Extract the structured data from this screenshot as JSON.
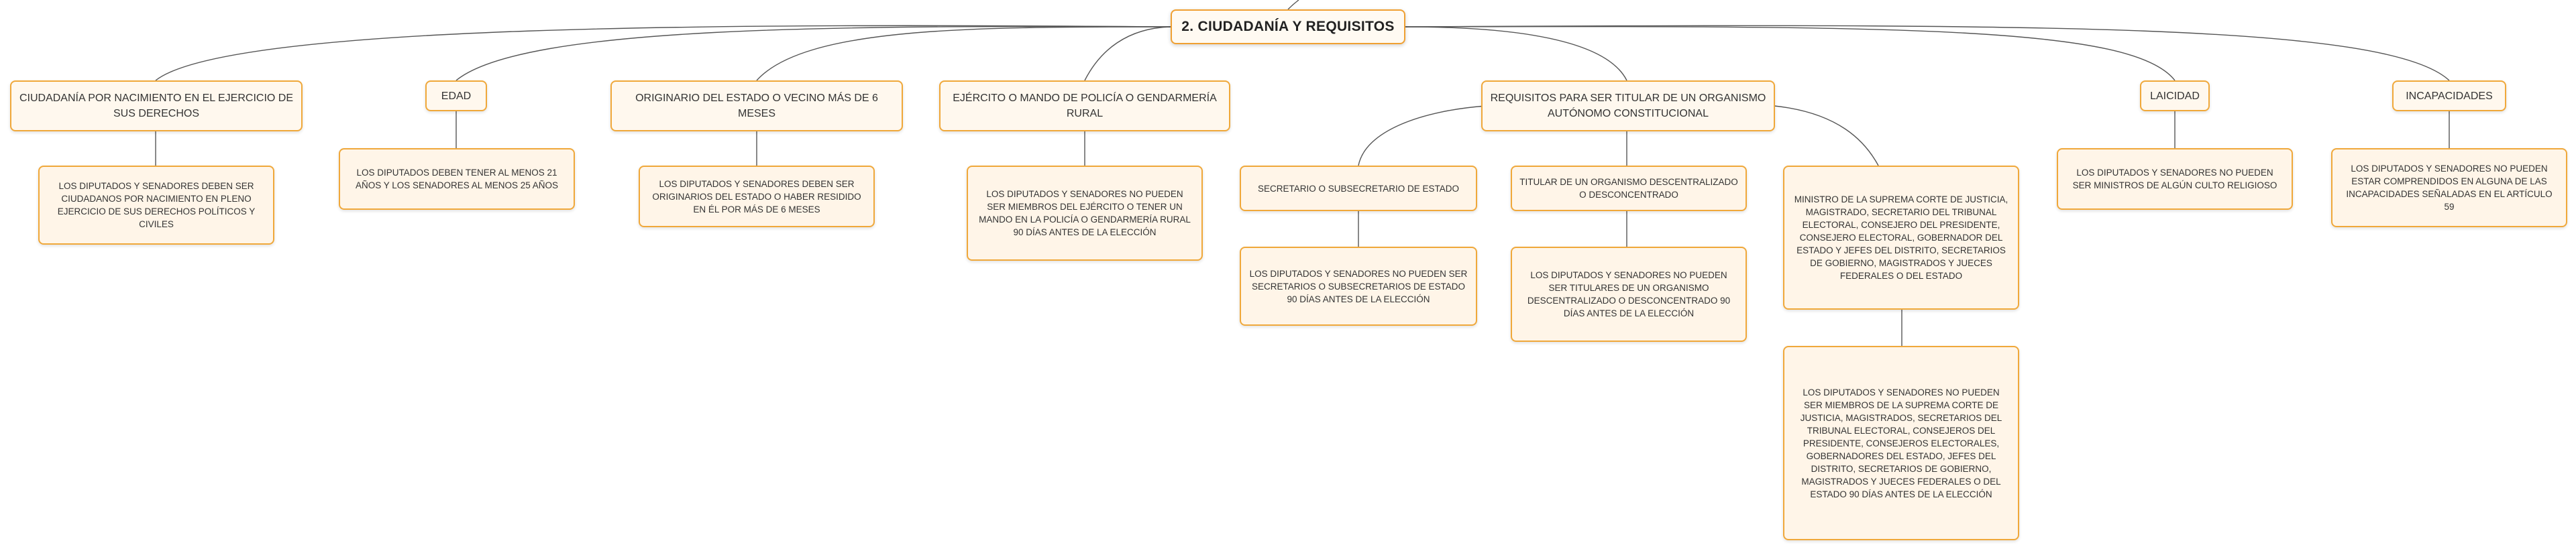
{
  "root": {
    "label": "2. CIUDADANÍA Y REQUISITOS"
  },
  "branches": [
    {
      "label": "CIUDADANÍA POR NACIMIENTO EN EL EJERCICIO DE SUS DERECHOS",
      "details": [
        "LOS DIPUTADOS Y SENADORES DEBEN SER CIUDADANOS POR NACIMIENTO EN PLENO EJERCICIO DE SUS DERECHOS POLÍTICOS Y CIVILES"
      ]
    },
    {
      "label": "EDAD",
      "details": [
        "LOS DIPUTADOS DEBEN TENER AL MENOS 21 AÑOS Y LOS SENADORES AL MENOS 25 AÑOS"
      ]
    },
    {
      "label": "ORIGINARIO DEL ESTADO O VECINO MÁS DE 6 MESES",
      "details": [
        "LOS DIPUTADOS Y SENADORES DEBEN SER ORIGINARIOS DEL ESTADO O HABER RESIDIDO EN ÉL POR MÁS DE 6 MESES"
      ]
    },
    {
      "label": "EJÉRCITO O MANDO DE POLICÍA O GENDARMERÍA RURAL",
      "details": [
        "LOS DIPUTADOS Y SENADORES NO PUEDEN SER MIEMBROS DEL EJÉRCITO O TENER UN MANDO EN LA POLICÍA O GENDARMERÍA RURAL 90 DÍAS ANTES DE LA ELECCIÓN"
      ]
    },
    {
      "label": "REQUISITOS PARA SER TITULAR DE UN ORGANISMO AUTÓNOMO CONSTITUCIONAL",
      "children": [
        {
          "label": "SECRETARIO O SUBSECRETARIO DE ESTADO",
          "details": [
            "LOS DIPUTADOS Y SENADORES NO PUEDEN SER SECRETARIOS O SUBSECRETARIOS DE ESTADO 90 DÍAS ANTES DE LA ELECCIÓN"
          ]
        },
        {
          "label": "TITULAR DE UN ORGANISMO DESCENTRALIZADO O DESCONCENTRADO",
          "details": [
            "LOS DIPUTADOS Y SENADORES NO PUEDEN SER TITULARES DE UN ORGANISMO DESCENTRALIZADO O DESCONCENTRADO 90 DÍAS ANTES DE LA ELECCIÓN"
          ]
        },
        {
          "label": "MINISTRO DE LA SUPREMA CORTE DE JUSTICIA, MAGISTRADO, SECRETARIO DEL TRIBUNAL ELECTORAL, CONSEJERO DEL PRESIDENTE, CONSEJERO ELECTORAL, GOBERNADOR DEL ESTADO Y JEFES DEL DISTRITO, SECRETARIOS DE GOBIERNO, MAGISTRADOS Y JUECES FEDERALES O DEL ESTADO",
          "details": [
            "LOS DIPUTADOS Y SENADORES NO PUEDEN SER MIEMBROS DE LA SUPREMA CORTE DE JUSTICIA, MAGISTRADOS, SECRETARIOS DEL TRIBUNAL ELECTORAL, CONSEJEROS DEL PRESIDENTE, CONSEJEROS ELECTORALES, GOBERNADORES DEL ESTADO, JEFES DEL DISTRITO, SECRETARIOS DE GOBIERNO, MAGISTRADOS Y JUECES FEDERALES O DEL ESTADO 90 DÍAS ANTES DE LA ELECCIÓN"
          ]
        }
      ]
    },
    {
      "label": "LAICIDAD",
      "details": [
        "LOS DIPUTADOS Y SENADORES NO PUEDEN SER MINISTROS DE ALGÚN CULTO RELIGIOSO"
      ]
    },
    {
      "label": "INCAPACIDADES",
      "details": [
        "LOS DIPUTADOS Y SENADORES NO PUEDEN ESTAR COMPRENDIDOS EN ALGUNA DE LAS INCAPACIDADES SEÑALADAS EN EL ARTÍCULO 59"
      ]
    }
  ]
}
